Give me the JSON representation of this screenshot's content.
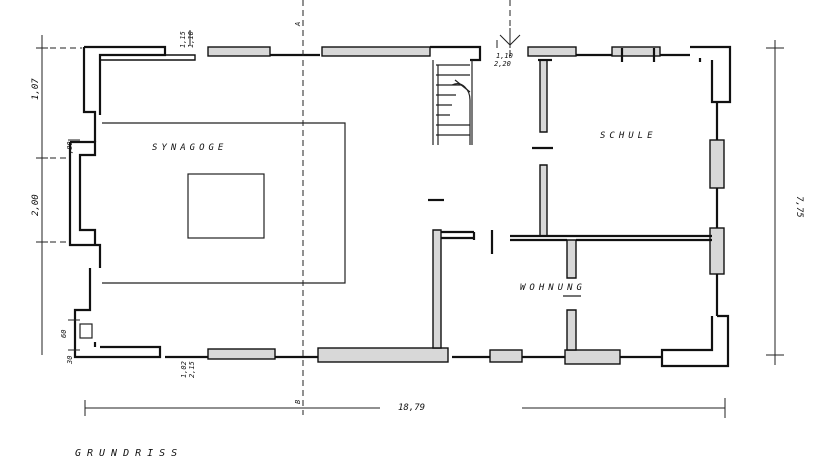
{
  "rooms": {
    "synagoge": "SYNAGOGE",
    "schule": "SCHULE",
    "wohnung": "WOHNUNG"
  },
  "title": "GRUNDRISS",
  "dimensions": {
    "total_length": "18,79",
    "total_depth": "7,75",
    "left_upper": "1,07",
    "left_middle": "2,00",
    "left_small_top": ",80",
    "left_small_a": "60",
    "left_small_b": "30",
    "top_a": "1,15",
    "top_a2": "1,10",
    "top_b": "1,10",
    "top_b2": "2,20",
    "bottom_a": "1,02",
    "bottom_a2": "2,15",
    "section_a": "A",
    "section_b": "B"
  }
}
